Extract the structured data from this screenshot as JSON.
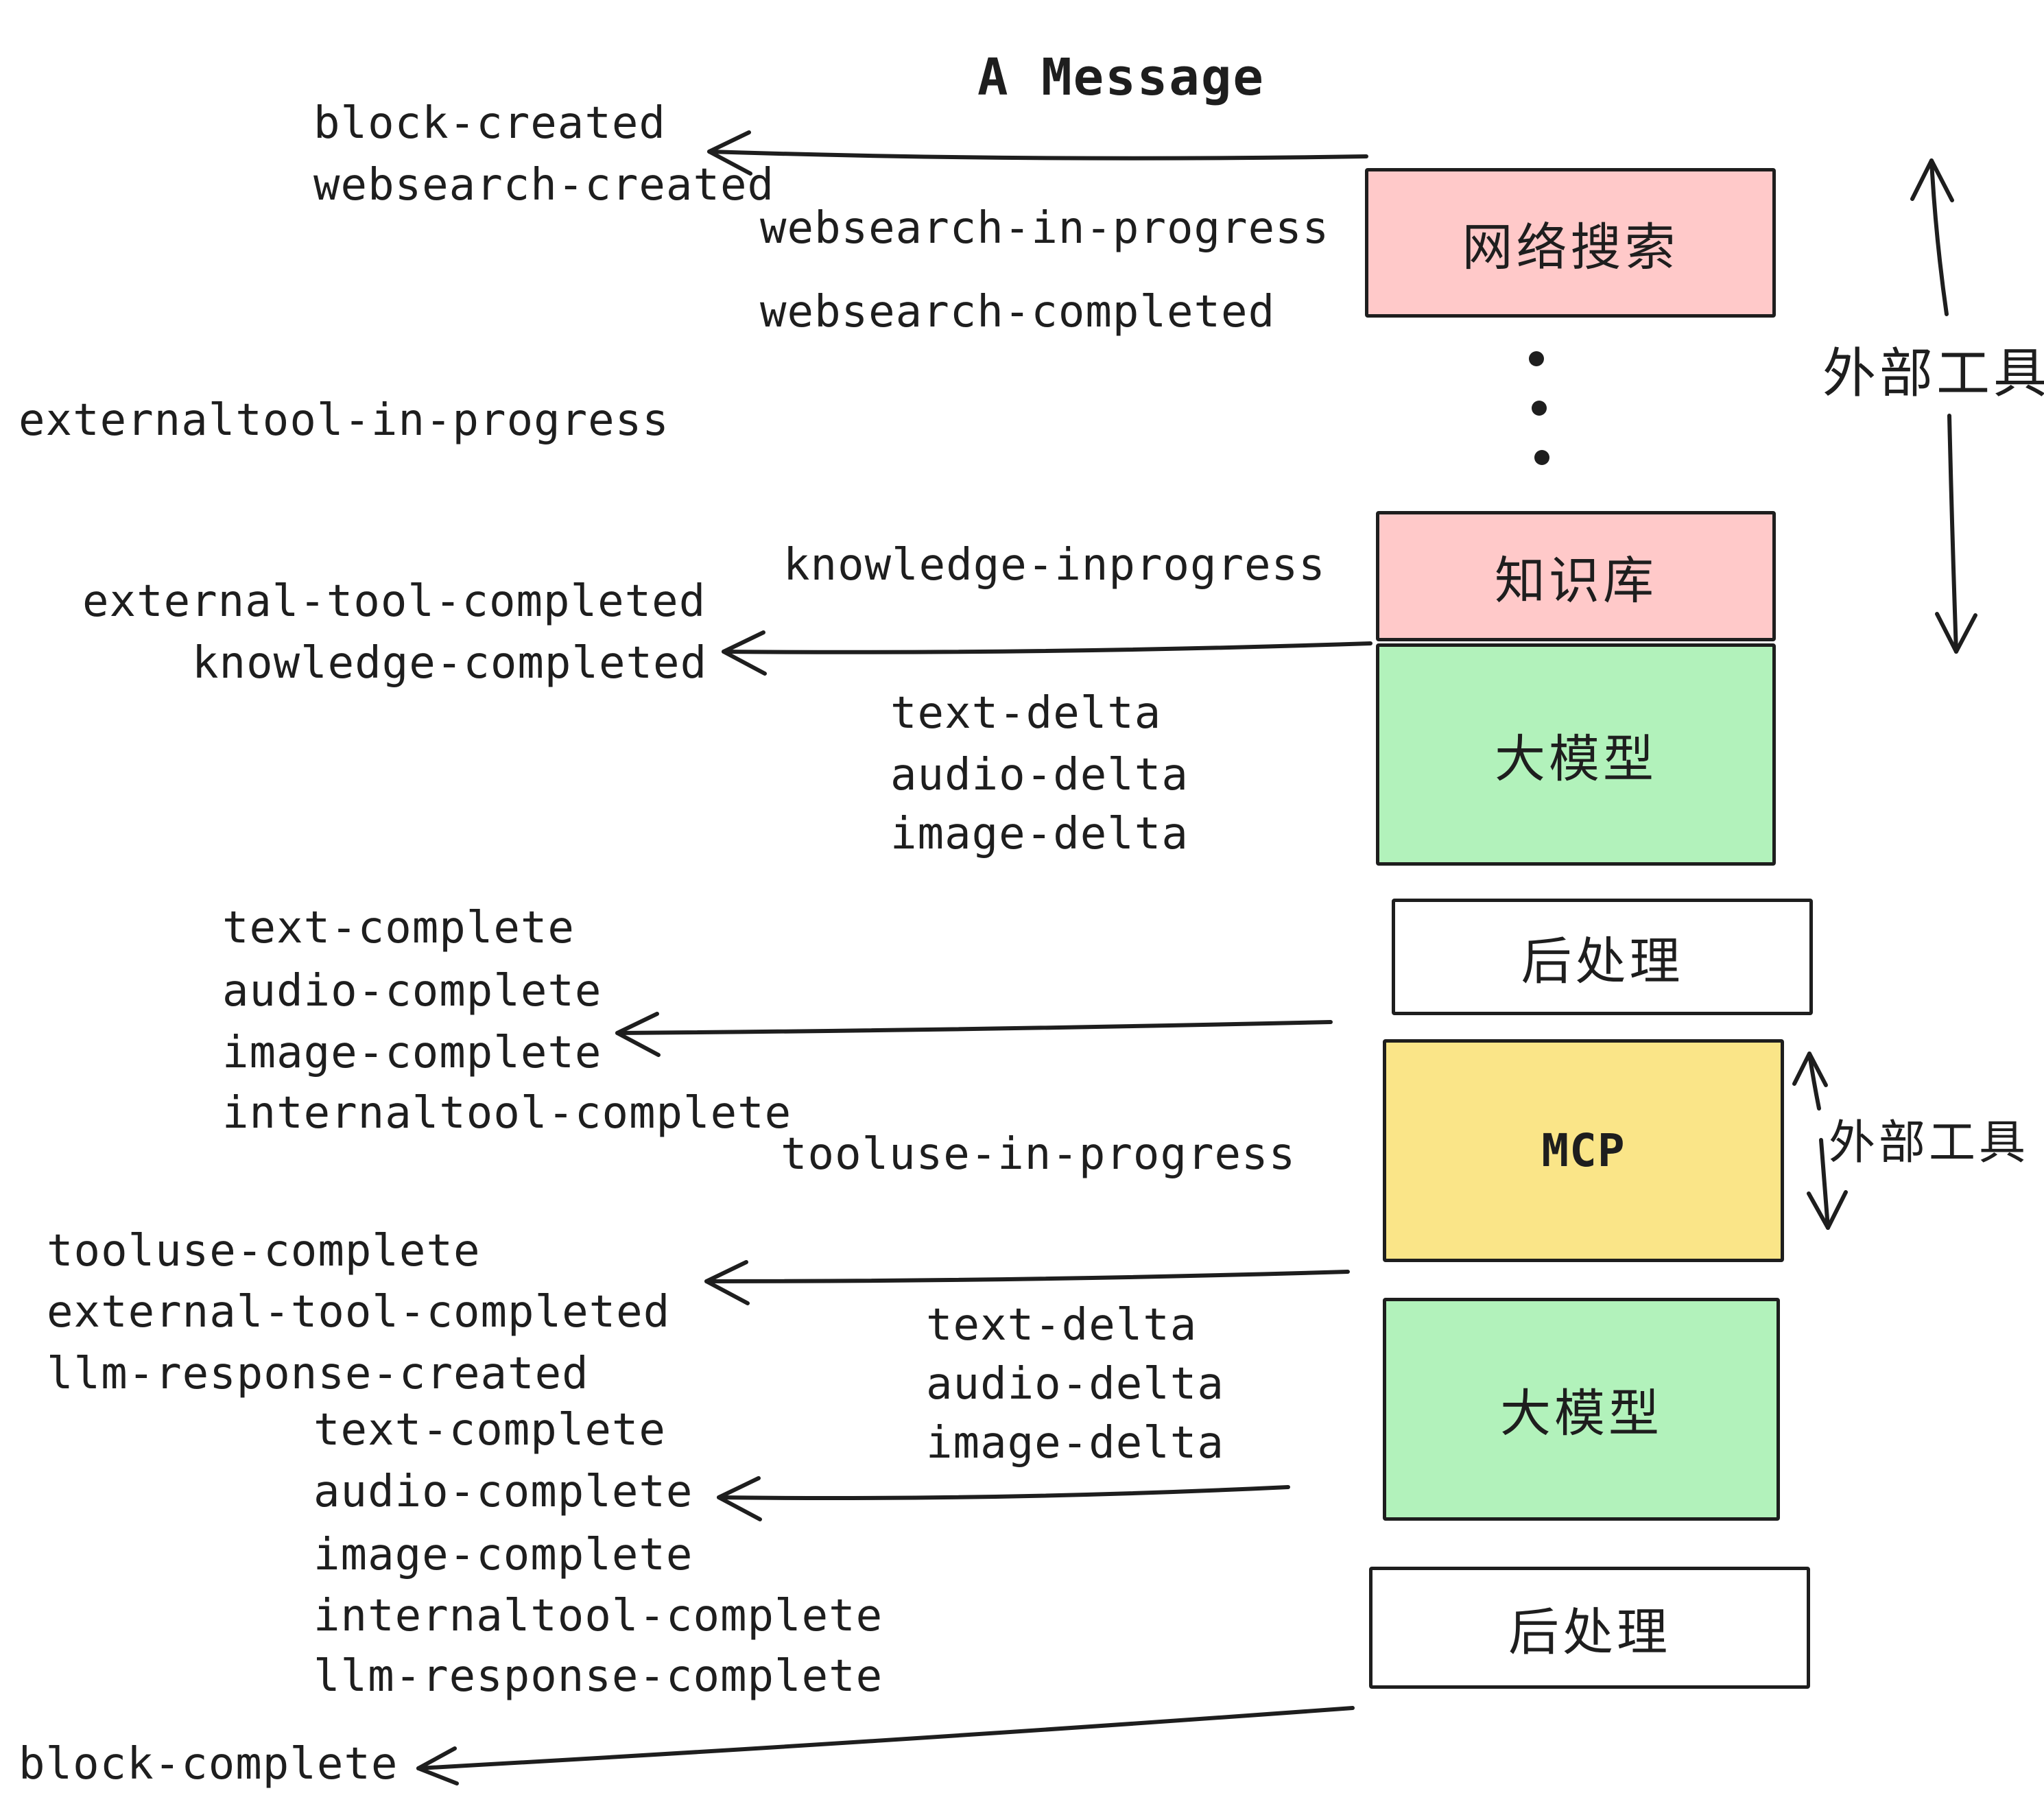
{
  "title": "A Message",
  "colors": {
    "pink": "#ffc9c9",
    "green": "#b2f2bb",
    "yellow": "#fae588",
    "white": "#ffffff",
    "ink": "#1e1e1e"
  },
  "boxes": {
    "websearch": "网络搜索",
    "knowledge": "知识库",
    "llm_top": "大模型",
    "post_top": "后处理",
    "mcp": "MCP",
    "llm_bottom": "大模型",
    "post_bottom": "后处理"
  },
  "side_labels": {
    "external_tools_top": "外部工具",
    "external_tools_bottom": "外部工具"
  },
  "events": {
    "block_created": "block-created",
    "websearch_created": "websearch-created",
    "websearch_in_progress": "websearch-in-progress",
    "websearch_completed": "websearch-completed",
    "externaltool_in_progress": "externaltool-in-progress",
    "knowledge_inprogress": "knowledge-inprogress",
    "external_tool_completed_1": "external-tool-completed",
    "knowledge_completed": "knowledge-completed",
    "text_delta_1": "text-delta",
    "audio_delta_1": "audio-delta",
    "image_delta_1": "image-delta",
    "text_complete_1": "text-complete",
    "audio_complete_1": "audio-complete",
    "image_complete_1": "image-complete",
    "internaltool_complete_1": "internaltool-complete",
    "tooluse_in_progress": "tooluse-in-progress",
    "tooluse_complete": "tooluse-complete",
    "external_tool_completed_2": "external-tool-completed",
    "llm_response_created": "llm-response-created",
    "text_complete_2": "text-complete",
    "text_delta_2": "text-delta",
    "audio_delta_2": "audio-delta",
    "image_delta_2": "image-delta",
    "audio_complete_2": "audio-complete",
    "image_complete_2": "image-complete",
    "internaltool_complete_2": "internaltool-complete",
    "llm_response_complete": "llm-response-complete",
    "block_complete": "block-complete"
  }
}
